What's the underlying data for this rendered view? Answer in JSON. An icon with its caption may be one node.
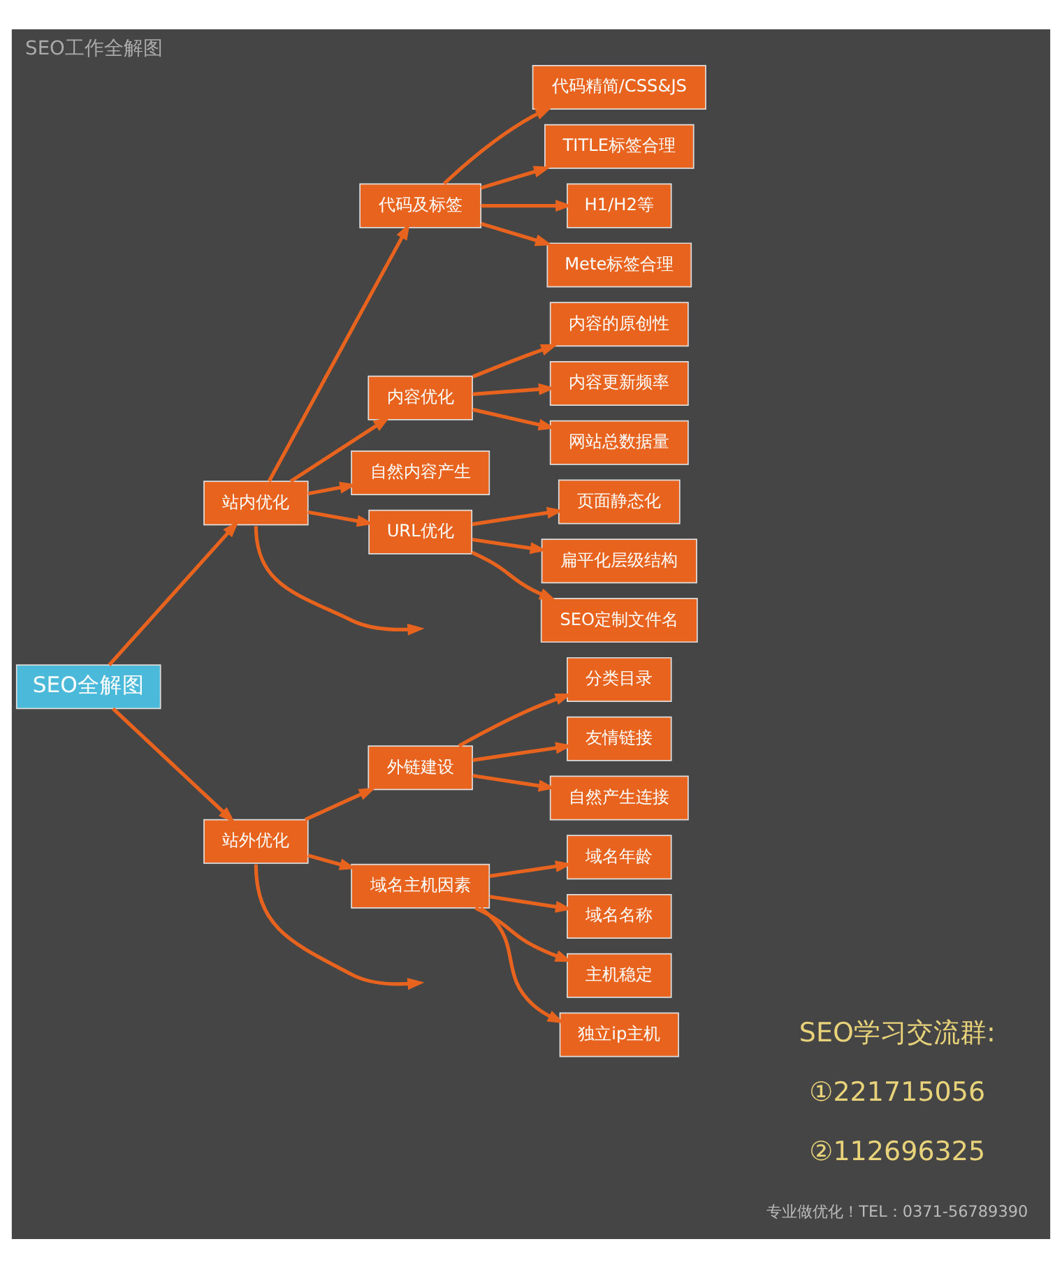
{
  "diagram": {
    "title": "SEO工作全解图",
    "nodes": [
      {
        "text": [
          "SEO全解图"
        ]
      },
      {
        "text": [
          "站内优化"
        ]
      },
      {
        "text": [
          "站外优化"
        ]
      },
      {
        "text": [
          "代码及标签"
        ]
      },
      {
        "text": [
          "代码精简/CSS&JS"
        ]
      },
      {
        "text": [
          "TITLE标签合理"
        ]
      },
      {
        "text": [
          "H1/H2等"
        ]
      },
      {
        "text": [
          "Mete标签合理"
        ]
      },
      {
        "text": [
          "内容优化"
        ]
      },
      {
        "text": [
          "内容的原创性"
        ]
      },
      {
        "text": [
          "内容更新频率"
        ]
      },
      {
        "text": [
          "网站总数据量"
        ]
      },
      {
        "text": [
          "自然内容产生"
        ]
      },
      {
        "text": [
          "URL优化"
        ]
      },
      {
        "text": [
          "页面静态化"
        ]
      },
      {
        "text": [
          "扁平化层级结构"
        ]
      },
      {
        "text": [
          "SEO定制文件名"
        ]
      },
      {
        "text": [
          "外链建设"
        ]
      },
      {
        "text": [
          "分类目录"
        ]
      },
      {
        "text": [
          "友情链接"
        ]
      },
      {
        "text": [
          "自然产生连接"
        ]
      },
      {
        "text": [
          "域名主机因素"
        ]
      },
      {
        "text": [
          "域名年龄"
        ]
      },
      {
        "text": [
          "域名名称"
        ]
      },
      {
        "text": [
          "主机稳定"
        ]
      },
      {
        "text": [
          "独立ip主机"
        ]
      }
    ],
    "edges": [
      {
        "from": 0,
        "to": 1,
        "arrow": "to"
      },
      {
        "from": 0,
        "to": 2,
        "arrow": "to"
      },
      {
        "from": 1,
        "to": 3,
        "arrow": "to"
      },
      {
        "from": 3,
        "to": 4,
        "arrow": "to"
      },
      {
        "from": 3,
        "to": 5,
        "arrow": "to"
      },
      {
        "from": 3,
        "to": 6,
        "arrow": "to"
      },
      {
        "from": 3,
        "to": 7,
        "arrow": "to"
      },
      {
        "from": 1,
        "to": 8,
        "arrow": "to"
      },
      {
        "from": 8,
        "to": 9,
        "arrow": "to"
      },
      {
        "from": 8,
        "to": 10,
        "arrow": "to"
      },
      {
        "from": 8,
        "to": 11,
        "arrow": "to"
      },
      {
        "from": 1,
        "to": 12,
        "arrow": "to"
      },
      {
        "from": 1,
        "to": 13,
        "arrow": "to"
      },
      {
        "from": 13,
        "to": 14,
        "arrow": "to"
      },
      {
        "from": 13,
        "to": 15,
        "arrow": "to"
      },
      {
        "from": 13,
        "to": 16,
        "arrow": "to"
      },
      {
        "from": 1,
        "to": null,
        "arrow": "to"
      },
      {
        "from": 2,
        "to": 17,
        "arrow": "to"
      },
      {
        "from": 17,
        "to": 18,
        "arrow": "to"
      },
      {
        "from": 17,
        "to": 19,
        "arrow": "to"
      },
      {
        "from": 17,
        "to": 20,
        "arrow": "to"
      },
      {
        "from": 2,
        "to": 21,
        "arrow": "to"
      },
      {
        "from": 21,
        "to": 22,
        "arrow": "to"
      },
      {
        "from": 21,
        "to": 23,
        "arrow": "to"
      },
      {
        "from": 21,
        "to": 24,
        "arrow": "to"
      },
      {
        "from": 21,
        "to": 25,
        "arrow": "to"
      },
      {
        "from": 2,
        "to": null,
        "arrow": "to"
      }
    ],
    "labels": [
      "SEO学习交流群:",
      "①221715056",
      "②112696325",
      "专业做优化！TEL：0371-56789390"
    ]
  }
}
